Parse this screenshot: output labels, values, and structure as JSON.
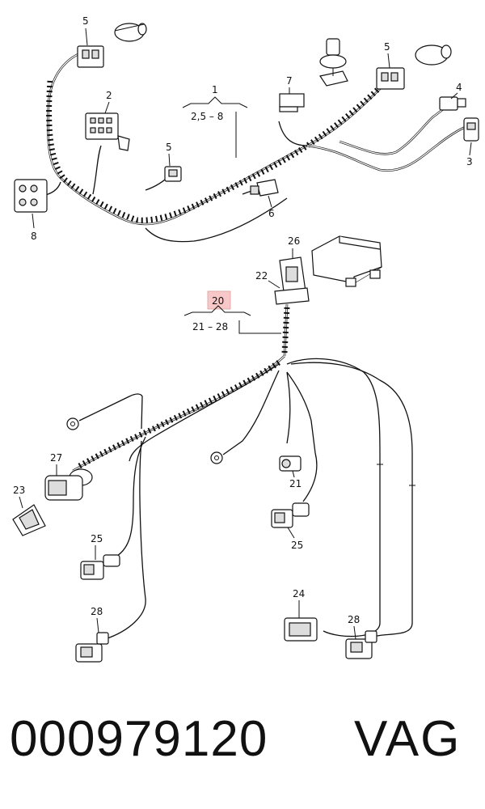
{
  "callouts": {
    "c5a": "5",
    "c5b": "5",
    "c5c": "5",
    "c2": "2",
    "c1": "1",
    "c1range": "2,5 – 8",
    "c7": "7",
    "c4": "4",
    "c3": "3",
    "c6": "6",
    "c8": "8",
    "c26": "26",
    "c22": "22",
    "c20": "20",
    "c20range": "21 – 28",
    "c27": "27",
    "c23": "23",
    "c25a": "25",
    "c25b": "25",
    "c21": "21",
    "c24": "24",
    "c28a": "28",
    "c28b": "28"
  },
  "highlight_color": "#f8c8c8",
  "footer": {
    "part_number": "000979120",
    "brand": "VAG"
  }
}
